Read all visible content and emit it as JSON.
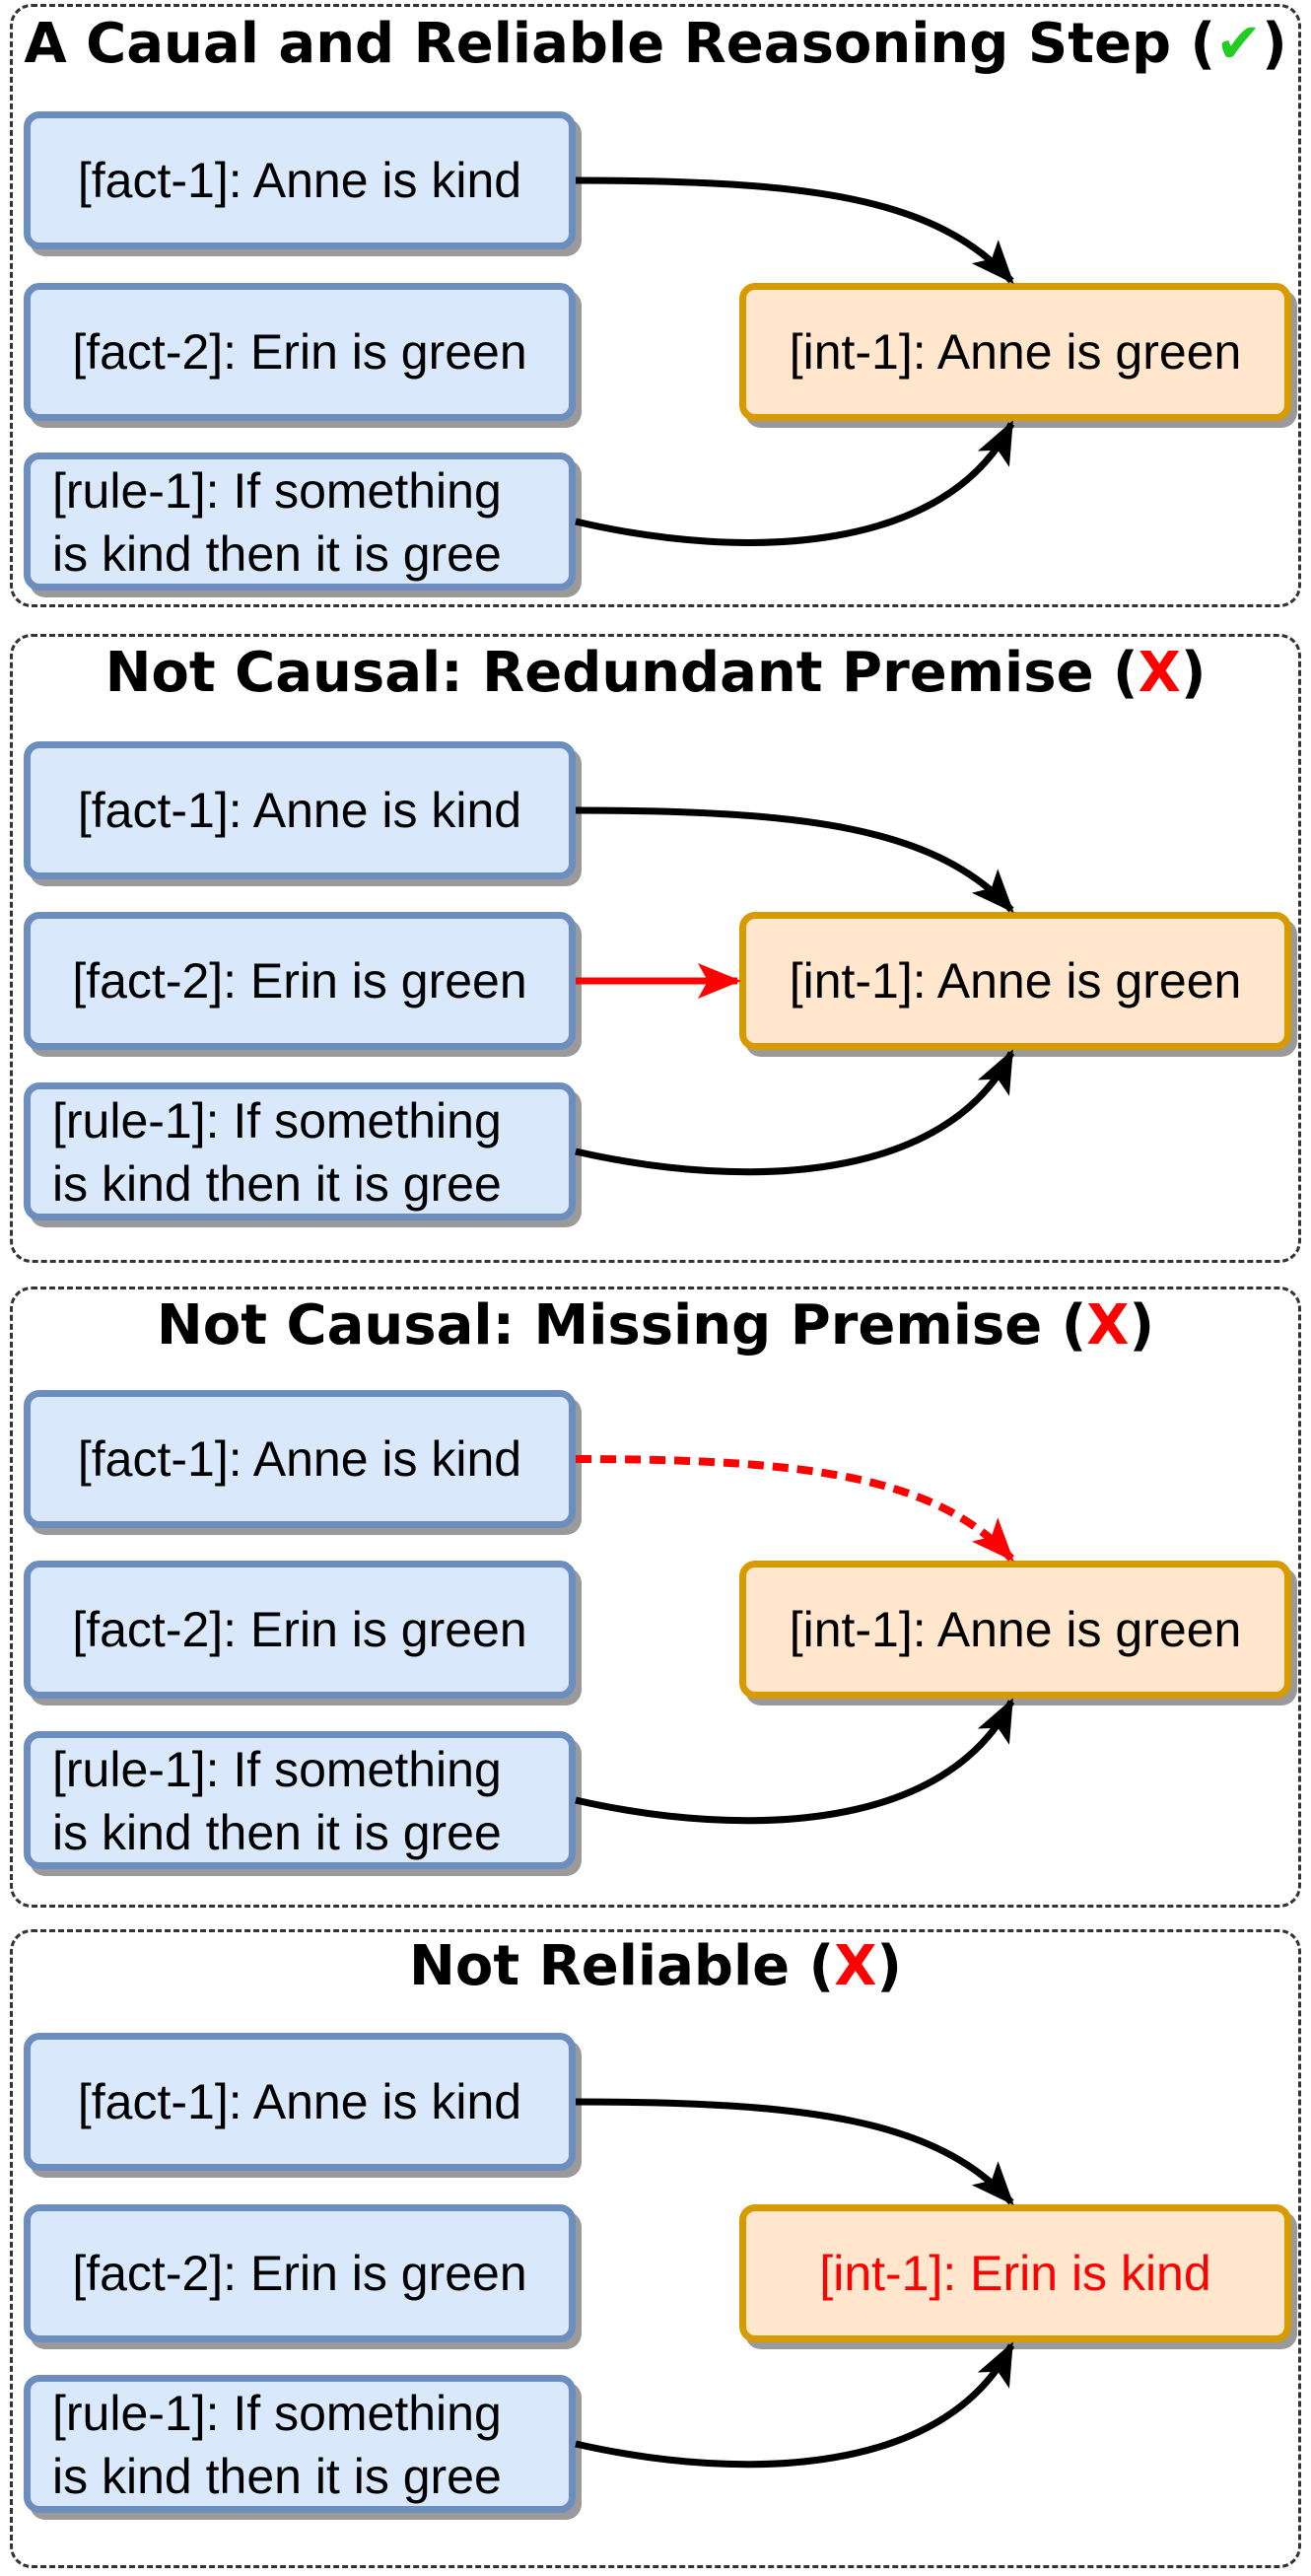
{
  "panels": [
    {
      "title_text": "A Caual and Reliable Reasoning Step (",
      "title_mark": "✔",
      "title_close": ")",
      "mark_kind": "ok",
      "fact1": "[fact-1]: Anne is kind",
      "fact2": "[fact-2]: Erin is green",
      "rule1_line1": "[rule-1]: If something",
      "rule1_line2": "is kind then it is gree",
      "conclusion": "[int-1]: Anne is green"
    },
    {
      "title_text": "Not Causal: Redundant Premise (",
      "title_mark": "X",
      "title_close": ")",
      "mark_kind": "bad",
      "fact1": "[fact-1]: Anne is kind",
      "fact2": "[fact-2]: Erin is green",
      "rule1_line1": "[rule-1]: If something",
      "rule1_line2": "is kind then it is gree",
      "conclusion": "[int-1]: Anne is green"
    },
    {
      "title_text": "Not Causal: Missing Premise (",
      "title_mark": "X",
      "title_close": ")",
      "mark_kind": "bad",
      "fact1": "[fact-1]: Anne is kind",
      "fact2": "[fact-2]: Erin is green",
      "rule1_line1": "[rule-1]: If something",
      "rule1_line2": "is kind then it is gree",
      "conclusion": "[int-1]: Anne is green"
    },
    {
      "title_text": "Not Reliable (",
      "title_mark": "X",
      "title_close": ")",
      "mark_kind": "bad",
      "fact1": "[fact-1]: Anne is kind",
      "fact2": "[fact-2]: Erin is green",
      "rule1_line1": "[rule-1]: If something",
      "rule1_line2": "is kind then it is gree",
      "conclusion": "[int-1]: Erin is kind"
    }
  ],
  "colors": {
    "premise_fill": "#dae8fc",
    "premise_border": "#6c8ebf",
    "conclusion_fill": "#ffe6cc",
    "conclusion_border": "#d79b00",
    "edge_normal": "#000000",
    "edge_error": "#ff0000",
    "mark_ok": "#22cc22",
    "mark_bad": "#ff0000"
  }
}
